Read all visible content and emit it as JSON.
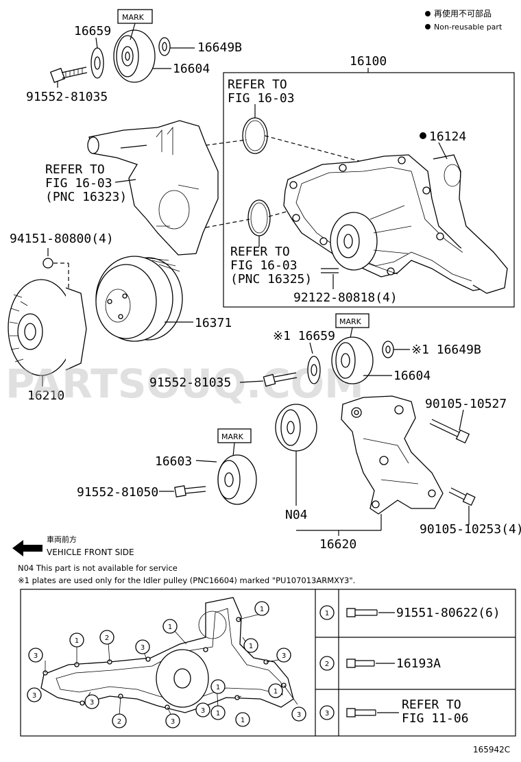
{
  "legend": {
    "jp_note": "再使用不可部品",
    "en_note": "Non-reusable part"
  },
  "watermark": "PARTSOUQ.COM",
  "mark_label": "MARK",
  "parts": {
    "p16659_top": "16659",
    "p16649b_top": "16649B",
    "p16604_top": "16604",
    "p91552_81035_top": "91552-81035",
    "p16100": "16100",
    "p16124": "16124",
    "p94151": "94151-80800(4)",
    "p16371": "16371",
    "p16210": "16210",
    "p16659_mid": "※1 16659",
    "p16649b_mid": "※1 16649B",
    "p16604_mid": "16604",
    "p91552_81035_mid": "91552-81035",
    "p90105_10527": "90105-10527",
    "p16603": "16603",
    "p91552_81050": "91552-81050",
    "pN04": "N04",
    "p90105_10253": "90105-10253(4)",
    "p92122": "92122-80818(4)",
    "p16620": "16620"
  },
  "refs": {
    "ref_a": [
      "REFER TO",
      "FIG 16-03"
    ],
    "ref_b": [
      "REFER TO",
      "FIG 16-03",
      "(PNC 16323)"
    ],
    "ref_c": [
      "REFER TO",
      "FIG 16-03",
      "(PNC 16325)"
    ]
  },
  "front": {
    "jp": "車両前方",
    "en": "VEHICLE FRONT SIDE"
  },
  "notes": {
    "n04": "N04   This part is not available for service",
    "n1": "※1 plates are used only for the Idler pulley (PNC16604) marked  \"PU107013ARMXY3\"."
  },
  "table": {
    "rows": [
      {
        "num": "1",
        "text": [
          "91551-80622(6)"
        ]
      },
      {
        "num": "2",
        "text": [
          "16193A"
        ]
      },
      {
        "num": "3",
        "text": [
          "REFER TO",
          "FIG 11-06"
        ]
      }
    ]
  },
  "gasket_callouts": [
    "1",
    "1",
    "1",
    "1",
    "1",
    "1",
    "1",
    "1",
    "2",
    "2",
    "3",
    "3",
    "3",
    "3",
    "3",
    "3",
    "3",
    "3"
  ],
  "figure_id": "165942C"
}
